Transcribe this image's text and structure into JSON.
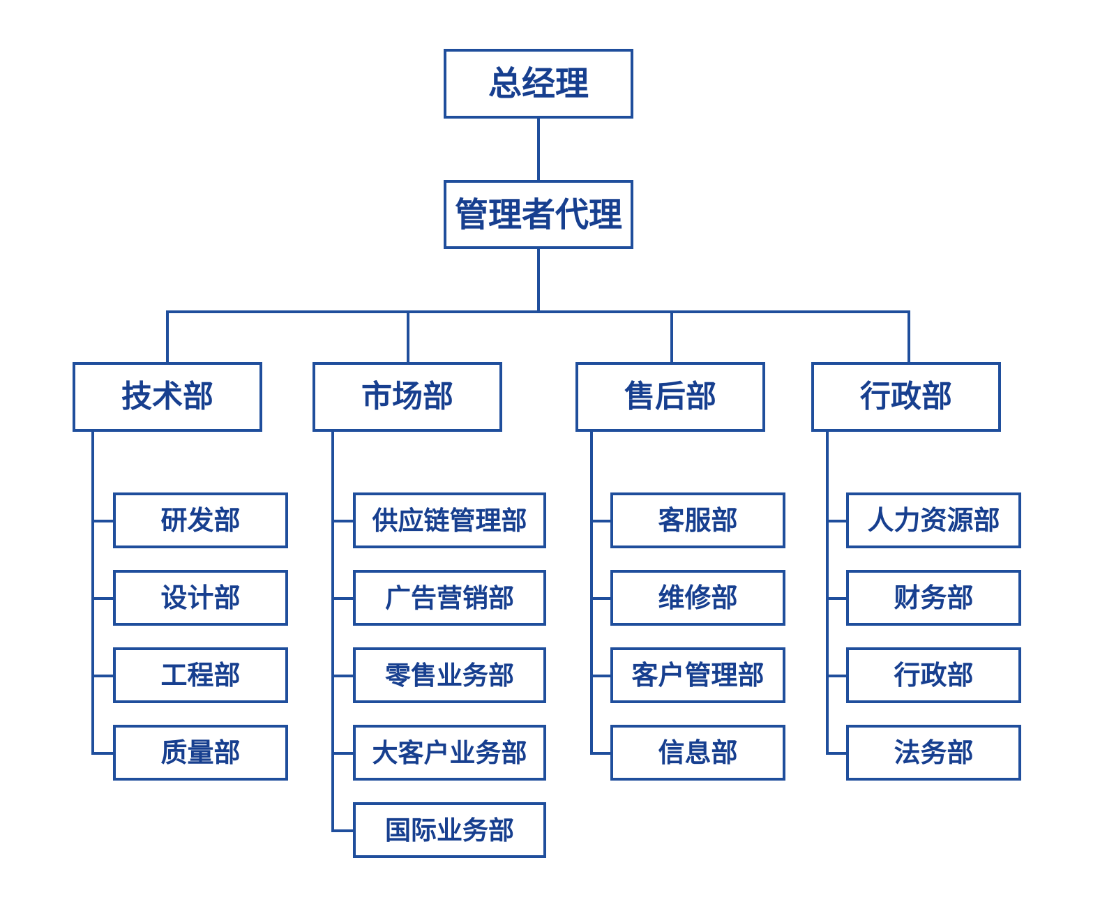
{
  "colors": {
    "line": "#1f4e9c",
    "text": "#173f8f",
    "background": "#ffffff"
  },
  "nodes": {
    "general_manager": "总经理",
    "acting_manager": "管理者代理",
    "departments": [
      {
        "name": "技术部",
        "children": [
          "研发部",
          "设计部",
          "工程部",
          "质量部"
        ]
      },
      {
        "name": "市场部",
        "children": [
          "供应链管理部",
          "广告营销部",
          "零售业务部",
          "大客户业务部",
          "国际业务部"
        ]
      },
      {
        "name": "售后部",
        "children": [
          "客服部",
          "维修部",
          "客户管理部",
          "信息部"
        ]
      },
      {
        "name": "行政部",
        "children": [
          "人力资源部",
          "财务部",
          "行政部",
          "法务部"
        ]
      }
    ]
  }
}
